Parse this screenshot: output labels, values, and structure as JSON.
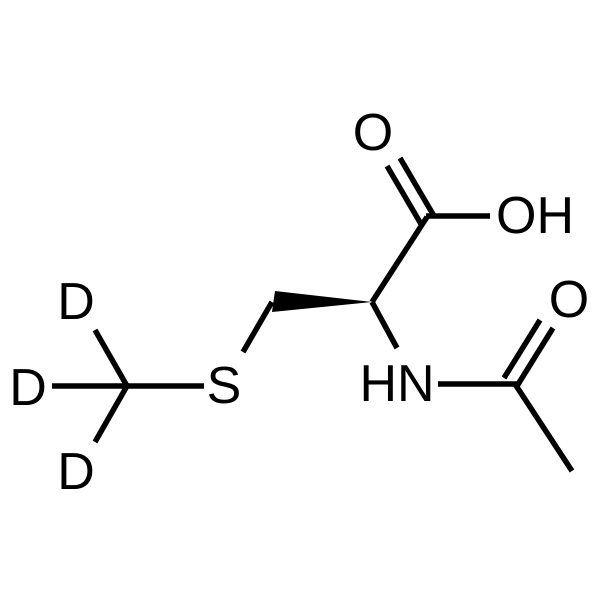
{
  "molecule": {
    "atoms": {
      "carbonyl_oxygen": "O",
      "hydroxyl": "OH",
      "acetyl_oxygen": "O",
      "amine": "HN",
      "sulfur": "S",
      "deuterium_top": "D",
      "deuterium_left": "D",
      "deuterium_bottom": "D"
    }
  }
}
